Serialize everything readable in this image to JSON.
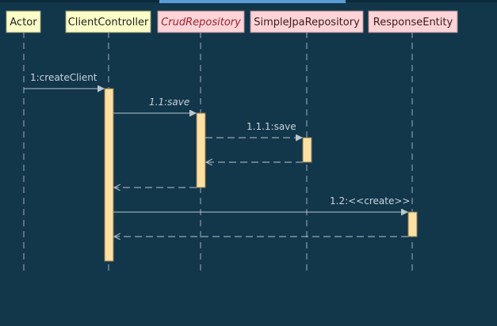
{
  "participants": [
    {
      "id": "actor",
      "label": "Actor",
      "style": "class"
    },
    {
      "id": "client-controller",
      "label": "ClientController",
      "style": "class"
    },
    {
      "id": "crud-repository",
      "label": "CrudRepository",
      "style": "interface"
    },
    {
      "id": "simple-jpa-repository",
      "label": "SimpleJpaRepository",
      "style": "interface"
    },
    {
      "id": "response-entity",
      "label": "ResponseEntity",
      "style": "interface"
    }
  ],
  "messages": [
    {
      "id": "m1",
      "label": "1:createClient",
      "from": "actor",
      "to": "client-controller",
      "kind": "call",
      "italic": false
    },
    {
      "id": "m2",
      "label": "1.1:save",
      "from": "client-controller",
      "to": "crud-repository",
      "kind": "call",
      "italic": true
    },
    {
      "id": "m3",
      "label": "1.1.1:save",
      "from": "crud-repository",
      "to": "simple-jpa-repository",
      "kind": "async-dashed",
      "italic": false
    },
    {
      "id": "m4",
      "label": "",
      "from": "simple-jpa-repository",
      "to": "crud-repository",
      "kind": "return",
      "italic": false
    },
    {
      "id": "m5",
      "label": "",
      "from": "crud-repository",
      "to": "client-controller",
      "kind": "return",
      "italic": false
    },
    {
      "id": "m6",
      "label": "1.2:<<create>>",
      "from": "client-controller",
      "to": "response-entity",
      "kind": "call",
      "italic": false
    },
    {
      "id": "m7",
      "label": "",
      "from": "response-entity",
      "to": "client-controller",
      "kind": "return",
      "italic": false
    }
  ],
  "colors": {
    "background": "#12364a",
    "class_header": "#ffffc8",
    "interface_header": "#ffd4d8",
    "activation": "#ffe0a3",
    "line": "#b8c6cf",
    "label": "#c8d4dc",
    "tab_indicator": "#5b9bd5"
  }
}
